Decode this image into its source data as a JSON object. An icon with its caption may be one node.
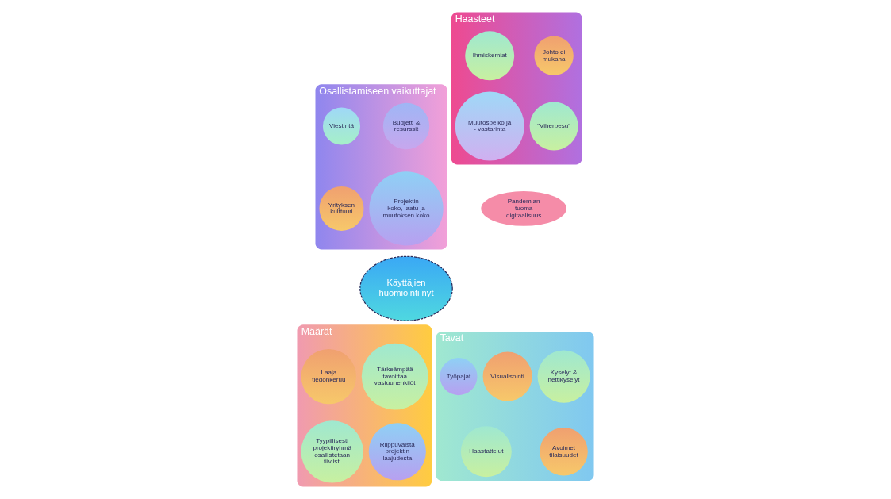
{
  "diagram": {
    "nodes": [
      {
        "text": [
          "Osallistamiseen vaikuttajat"
        ]
      },
      {
        "text": [
          "Budjetti & resurssit"
        ],
        "in": 0
      },
      {
        "text": [
          "Viestintä"
        ],
        "in": 0
      },
      {
        "text": [
          "Yrityksen kulttuuri"
        ],
        "in": 0
      },
      {
        "text": [
          "Projektin koko, laatu ja muutoksen koko"
        ],
        "in": 0
      },
      {
        "text": [
          "Haasteet"
        ]
      },
      {
        "text": [
          "Johto ei mukana"
        ],
        "in": 5
      },
      {
        "text": [
          "Ihmiskemiat"
        ],
        "in": 5
      },
      {
        "text": [
          "\"Viherpesu\""
        ],
        "in": 5
      },
      {
        "text": [
          "Muutospelko ja - vastarinta"
        ],
        "in": 5
      },
      {
        "text": [
          "Pandemian tuoma digitaalisuus"
        ]
      },
      {
        "text": [
          "Käyttäjien huomiointi nyt"
        ]
      },
      {
        "text": [
          "Määrät"
        ]
      },
      {
        "text": [
          "Tärkeämpää tavoittaa vastuuhenkilöt"
        ],
        "in": 12
      },
      {
        "text": [
          "Laaja tiedonkeruu"
        ],
        "in": 12
      },
      {
        "text": [
          "Riippuvaista projektin laajudesta"
        ],
        "in": 12
      },
      {
        "text": [
          "Tyypillisesti projektiryhmä osallistetaan tiiviisti"
        ],
        "in": 12
      },
      {
        "text": [
          "Tavat"
        ]
      },
      {
        "text": [
          "Kyselyt & nettikyselyt"
        ],
        "in": 17
      },
      {
        "text": [
          "Visualisointi"
        ],
        "in": 17
      },
      {
        "text": [
          "Työpajat"
        ],
        "in": 17
      },
      {
        "text": [
          "Avoimet tilaisuudet"
        ],
        "in": 17
      },
      {
        "text": [
          "Haastattelut"
        ],
        "in": 17
      }
    ],
    "edges": []
  }
}
